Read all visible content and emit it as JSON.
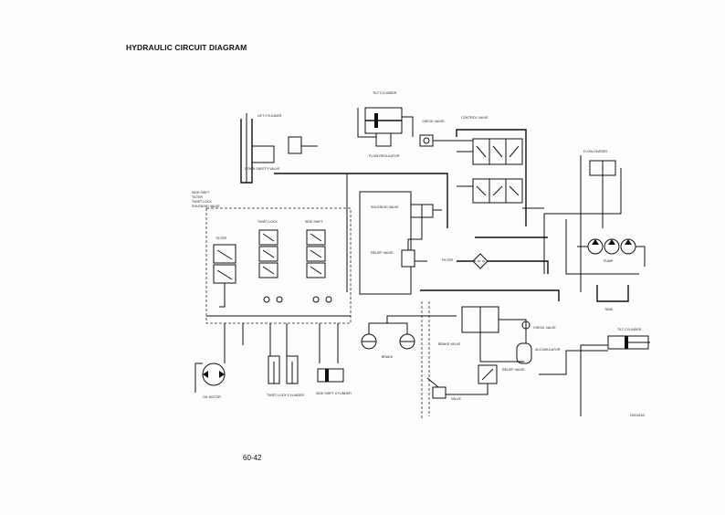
{
  "page": {
    "title": "HYDRAULIC CIRCUIT DIAGRAM",
    "page_number": "60-42"
  },
  "labels": {
    "tilt_cylinder": "TILT CYLINDER",
    "lift_cylinder": "LIFT CYLINDER",
    "check_valve": "CHECK VALVE",
    "control_valve": "CONTROL VALVE",
    "down_safety_valve": "DOWN SAFETY VALVE",
    "flow_regulator": "FLOW REGULATOR",
    "flow_divider": "FLOW DIVIDER",
    "side_shift_lines": [
      "SIDE SHIFT",
      "TILTER",
      "TWIST LOCK",
      "SOLENOID VALVE"
    ],
    "tilter": "TILTER",
    "twist_lock": "TWIST LOCK",
    "side_shift": "SIDE SHIFT",
    "solenoid_valve": "SOLENOID VALVE",
    "relief_valve": "RELIEF VALVE",
    "filter": "FILTER",
    "pump": "PUMP",
    "tank": "TANK",
    "brake_valve": "BRAKE VALVE",
    "check_valve_2": "CHECK VALVE",
    "accumulator": "ACCUMULATOR",
    "brake": "BRAKE",
    "relief_valve_2": "RELIEF VALVE",
    "oil_motor": "OIL MOTOR",
    "twist_lock_cylinder": "TWIST LOCK CYLINDER",
    "side_shift_cylinder": "SIDE SHIFT CYLINDER",
    "tilt_cylinder_2": "TILT CYLINDER",
    "valve": "VALVE",
    "drawing_code": "HCD0153"
  }
}
